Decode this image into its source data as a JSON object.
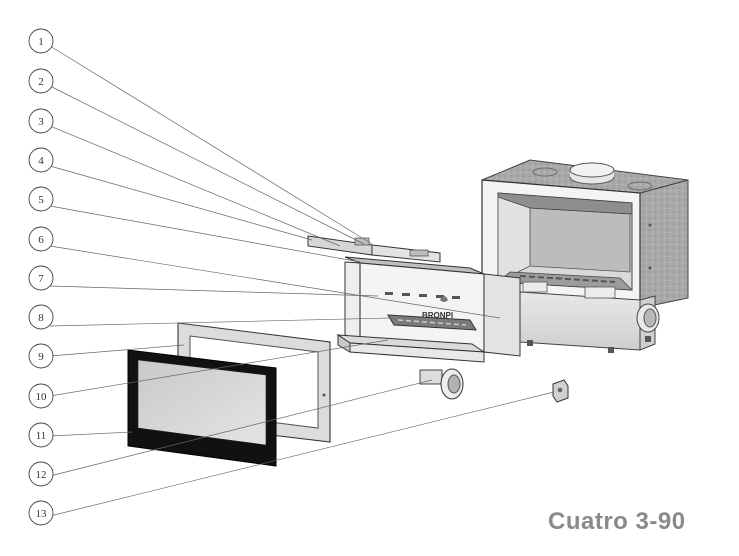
{
  "title": "Cuatro 3-90",
  "brand": "BRONPI",
  "callouts": [
    {
      "label": "1"
    },
    {
      "label": "2"
    },
    {
      "label": "3"
    },
    {
      "label": "4"
    },
    {
      "label": "5"
    },
    {
      "label": "6"
    },
    {
      "label": "7"
    },
    {
      "label": "8"
    },
    {
      "label": "9"
    },
    {
      "label": "10"
    },
    {
      "label": "11"
    },
    {
      "label": "12"
    },
    {
      "label": "13"
    }
  ]
}
